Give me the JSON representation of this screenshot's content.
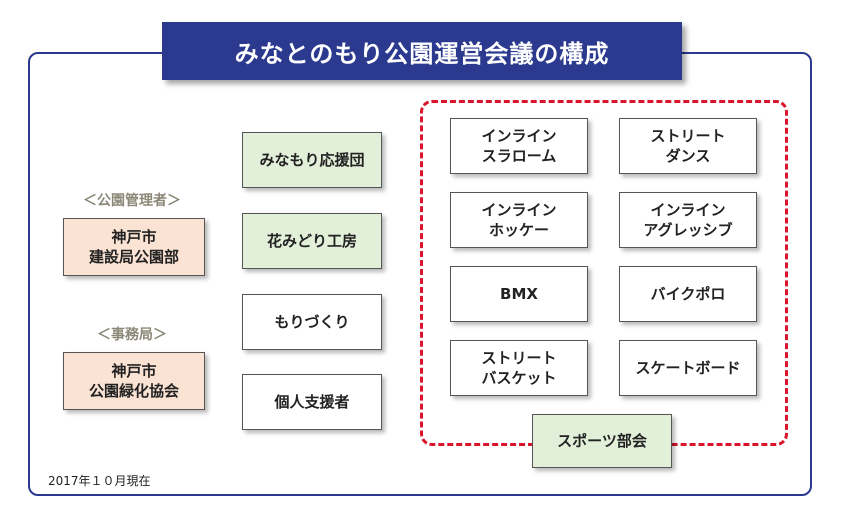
{
  "title": "みなとのもり公園運営会議の構成",
  "left": {
    "management_label": "＜公園管理者＞",
    "management": [
      "神戸市",
      "建設局公園部"
    ],
    "office_label": "＜事務局＞",
    "office": [
      "神戸市",
      "公園緑化協会"
    ]
  },
  "middle": {
    "items": [
      "みなもり応援団",
      "花みどり工房",
      "もりづくり",
      "個人支援者"
    ]
  },
  "sports": {
    "items": [
      [
        "インライン",
        "スラローム"
      ],
      [
        "ストリート",
        "ダンス"
      ],
      [
        "インライン",
        "ホッケー"
      ],
      [
        "インライン",
        "アグレッシブ"
      ],
      [
        "BMX"
      ],
      [
        "バイクポロ"
      ],
      [
        "ストリート",
        "バスケット"
      ],
      [
        "スケートボード"
      ]
    ],
    "group_label": "スポーツ部会"
  },
  "note": "2017年１０月現在",
  "colors": {
    "navy": "#2b3a8f",
    "red_dashed": "#d9142b",
    "green_fill": "#e2efd9",
    "peach_fill": "#fbe3d3"
  }
}
